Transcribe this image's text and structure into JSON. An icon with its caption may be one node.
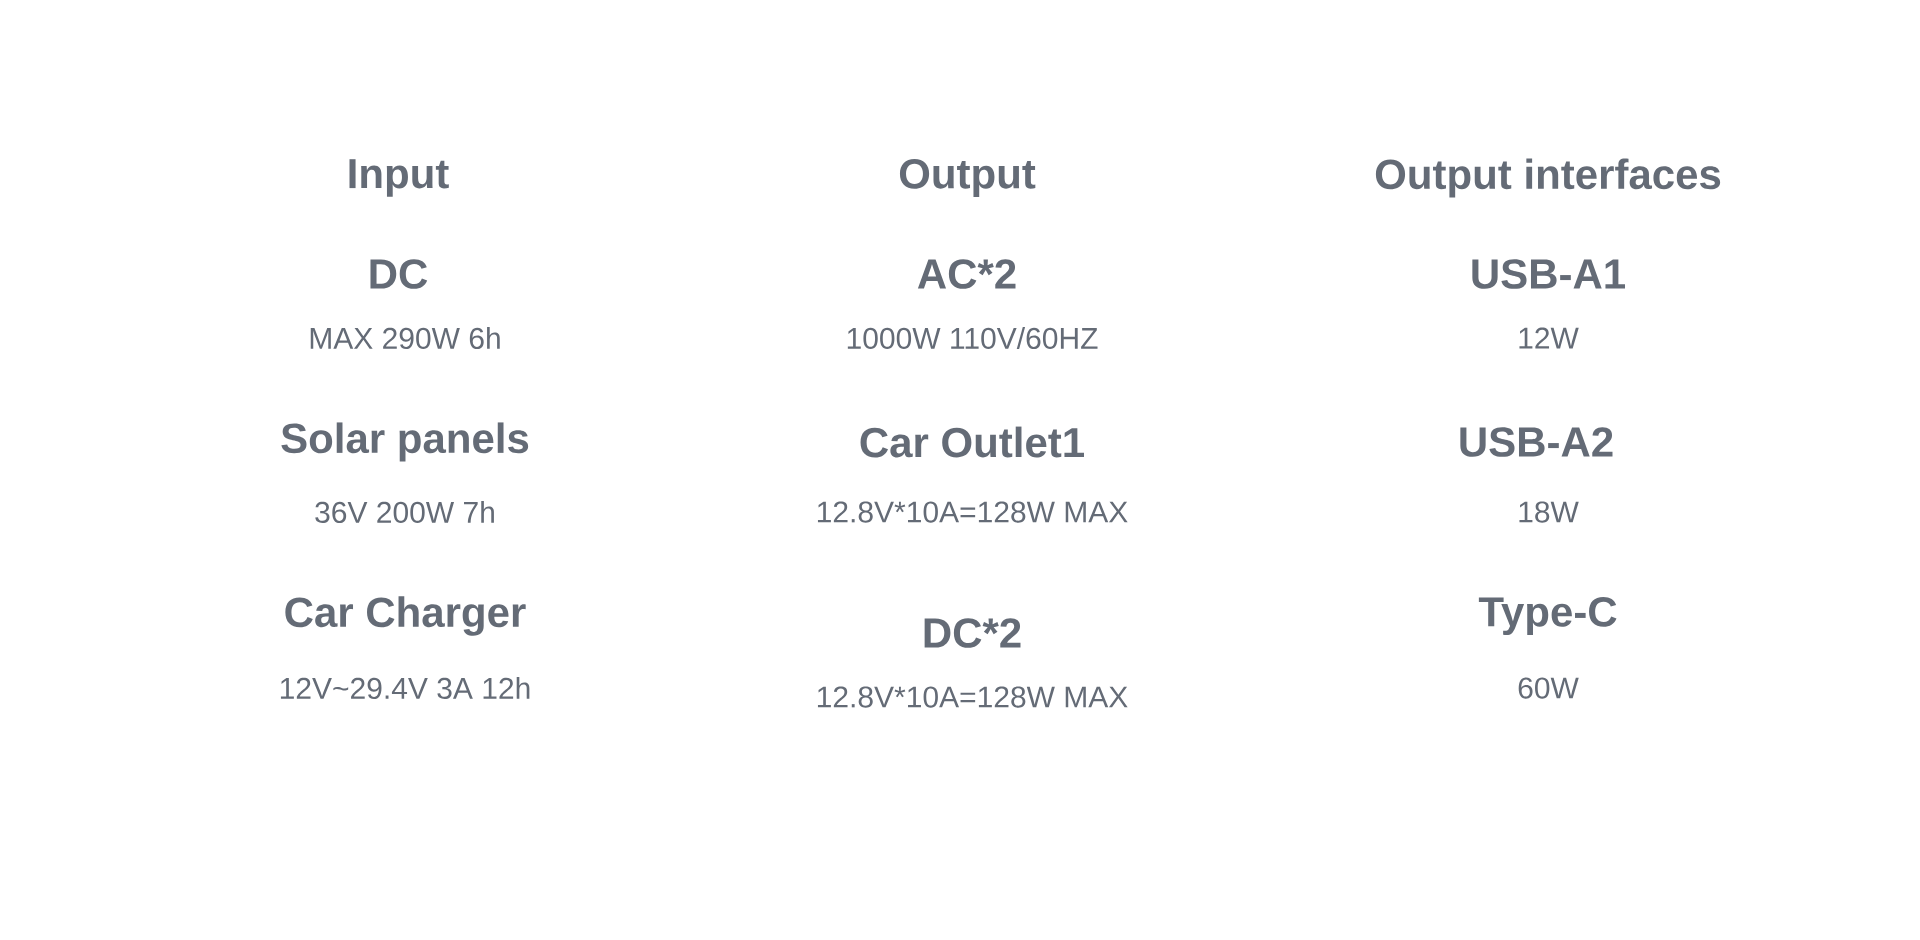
{
  "diagram": {
    "labels": [
      "Input",
      "Output",
      "Output interfaces",
      "DC",
      "AC*2",
      "USB-A1",
      "MAX 290W 6h",
      "1000W 110V/60HZ",
      "12W",
      "Solar panels",
      "Car Outlet1",
      "USB-A2",
      "36V 200W 7h",
      "12.8V*10A=128W MAX",
      "18W",
      "Car Charger",
      "DC*2",
      "Type-C",
      "12V~29.4V 3A 12h",
      "12.8V*10A=128W MAX",
      "60W"
    ]
  }
}
